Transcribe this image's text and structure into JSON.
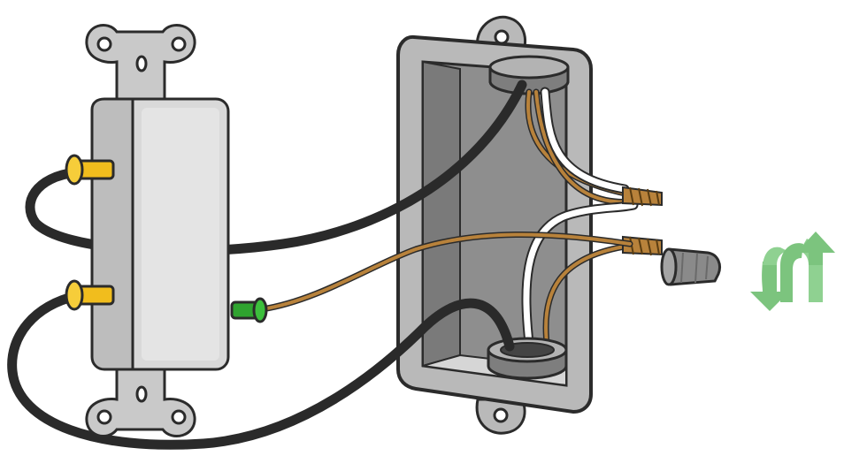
{
  "illustration": {
    "parts": [
      "light-switch",
      "electrical-box",
      "black-wire-line",
      "black-wire-load",
      "bare-ground-wire",
      "white-neutral-wires",
      "wire-nut",
      "twist-arrow"
    ],
    "colors": {
      "outline": "#2b2b2b",
      "switch_body": "#cfcfcf",
      "switch_front": "#d9d9d9",
      "switch_plate": "#c9c9c9",
      "box_face": "#b9b9b9",
      "box_inner": "#8e8e8e",
      "box_floor": "#d6d6d6",
      "terminal_brass": "#f1bd1d",
      "terminal_ground": "#2fa42f",
      "wire_black": "#2a2a2a",
      "wire_copper": "#b8823b",
      "wire_white": "#ffffff",
      "wire_nut": "#8a8a8a",
      "arrow_green": "#7cc47e"
    }
  }
}
